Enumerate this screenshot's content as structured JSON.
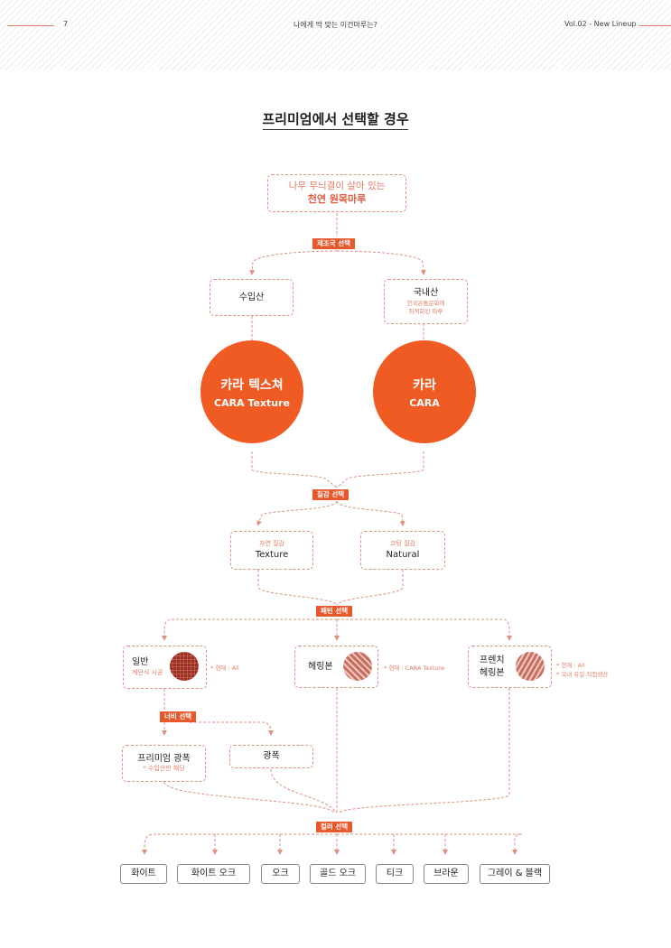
{
  "header": {
    "page_number": "7",
    "title": "나에게 딱 맞는 이건마루는?",
    "volume": "Vol.02 - New Lineup"
  },
  "page_title": "프리미엄에서 선택할 경우",
  "start": {
    "line1": "나무 무늬결이 살아 있는",
    "line2": "천연 원목마루"
  },
  "tags": {
    "origin": "제조국 선택",
    "texture": "질감 선택",
    "pattern": "패턴 선택",
    "width": "너비 선택",
    "color": "컬러 선택"
  },
  "origin": {
    "imported": "수입산",
    "domestic": "국내산",
    "domestic_sub1": "한국온돌문화에",
    "domestic_sub2": "최적화된 마루"
  },
  "products": [
    {
      "ko": "카라 텍스쳐",
      "en": "CARA Texture"
    },
    {
      "ko": "카라",
      "en": "CARA"
    }
  ],
  "texture": {
    "natural_sub": "자연 질감",
    "natural": "Texture",
    "coating_sub": "코팅 질감",
    "coating": "Natural"
  },
  "pattern": {
    "normal": "일반",
    "normal_sub": "계단식 시공",
    "normal_note": "* 현재 : All",
    "herringbone": "헤링본",
    "herringbone_note": "* 현재 : CARA Texture",
    "french1": "프렌치",
    "french2": "헤링본",
    "french_note1": "* 현재 : All",
    "french_note2": "* 국내 유일 직접생산"
  },
  "width": {
    "premium": "프리미엄 광폭",
    "premium_sub": "* 수입산만 해당",
    "wide": "광폭"
  },
  "colors": [
    "화이트",
    "화이트 오크",
    "오크",
    "골드 오크",
    "티크",
    "브라운",
    "그레이 & 블랙"
  ],
  "accent_color": "#EF5B22",
  "line_color": "#E0917E"
}
